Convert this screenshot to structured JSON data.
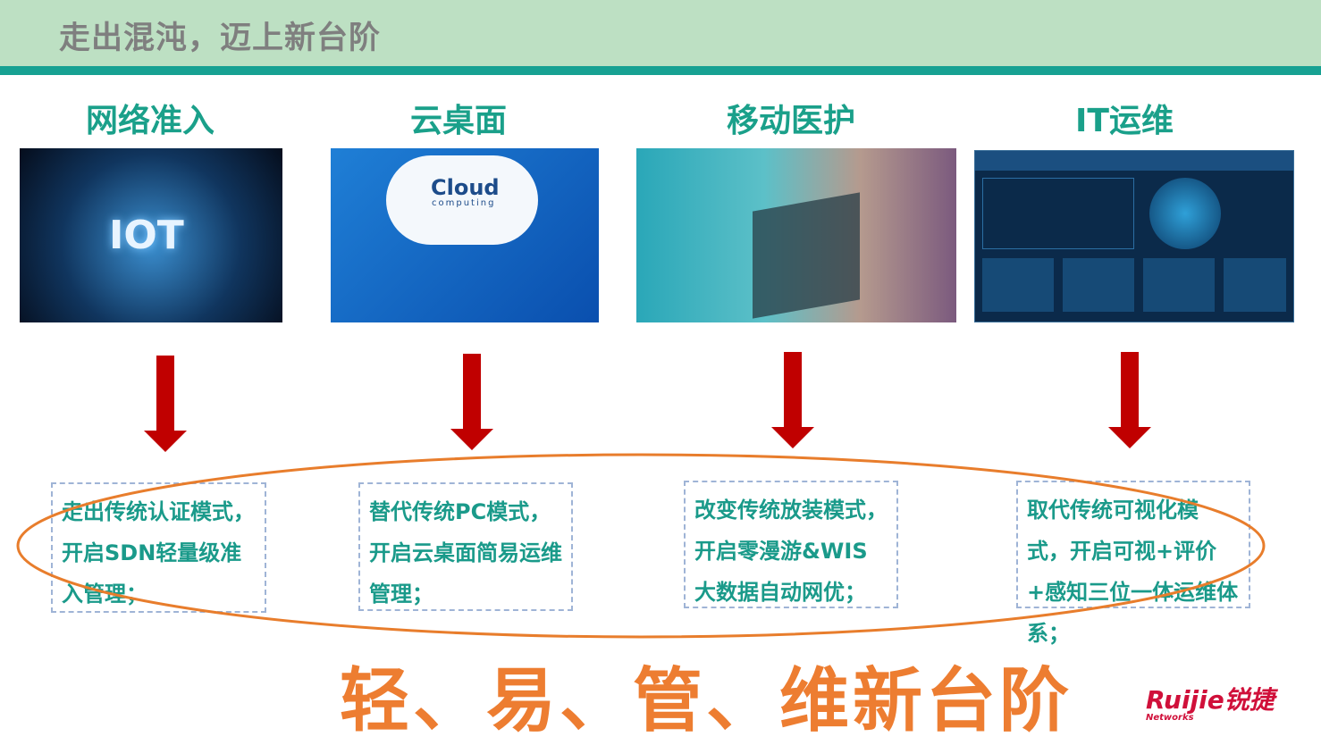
{
  "header": {
    "title": "走出混沌，迈上新台阶"
  },
  "columns": [
    {
      "title": "网络准入",
      "image_text": "IOT",
      "description": "走出传统认证模式，开启SDN轻量级准入管理；"
    },
    {
      "title": "云桌面",
      "image_text": "Cloud",
      "image_subtext": "computing",
      "description": "替代传统PC模式，开启云桌面简易运维管理；"
    },
    {
      "title": "移动医护",
      "description": "改变传统放装模式，开启零漫游&WIS大数据自动网优；"
    },
    {
      "title": "IT运维",
      "description": "取代传统可视化模式，开启可视+评价+感知三位一体运维体系；"
    }
  ],
  "slogan": "轻、易、管、维新台阶",
  "logo": {
    "brand": "Ruijie锐捷",
    "sub": "Networks"
  },
  "colors": {
    "accent": "#17a192",
    "arrow": "#c00000",
    "ellipse": "#e87d2c",
    "slogan": "#ed7d31"
  }
}
